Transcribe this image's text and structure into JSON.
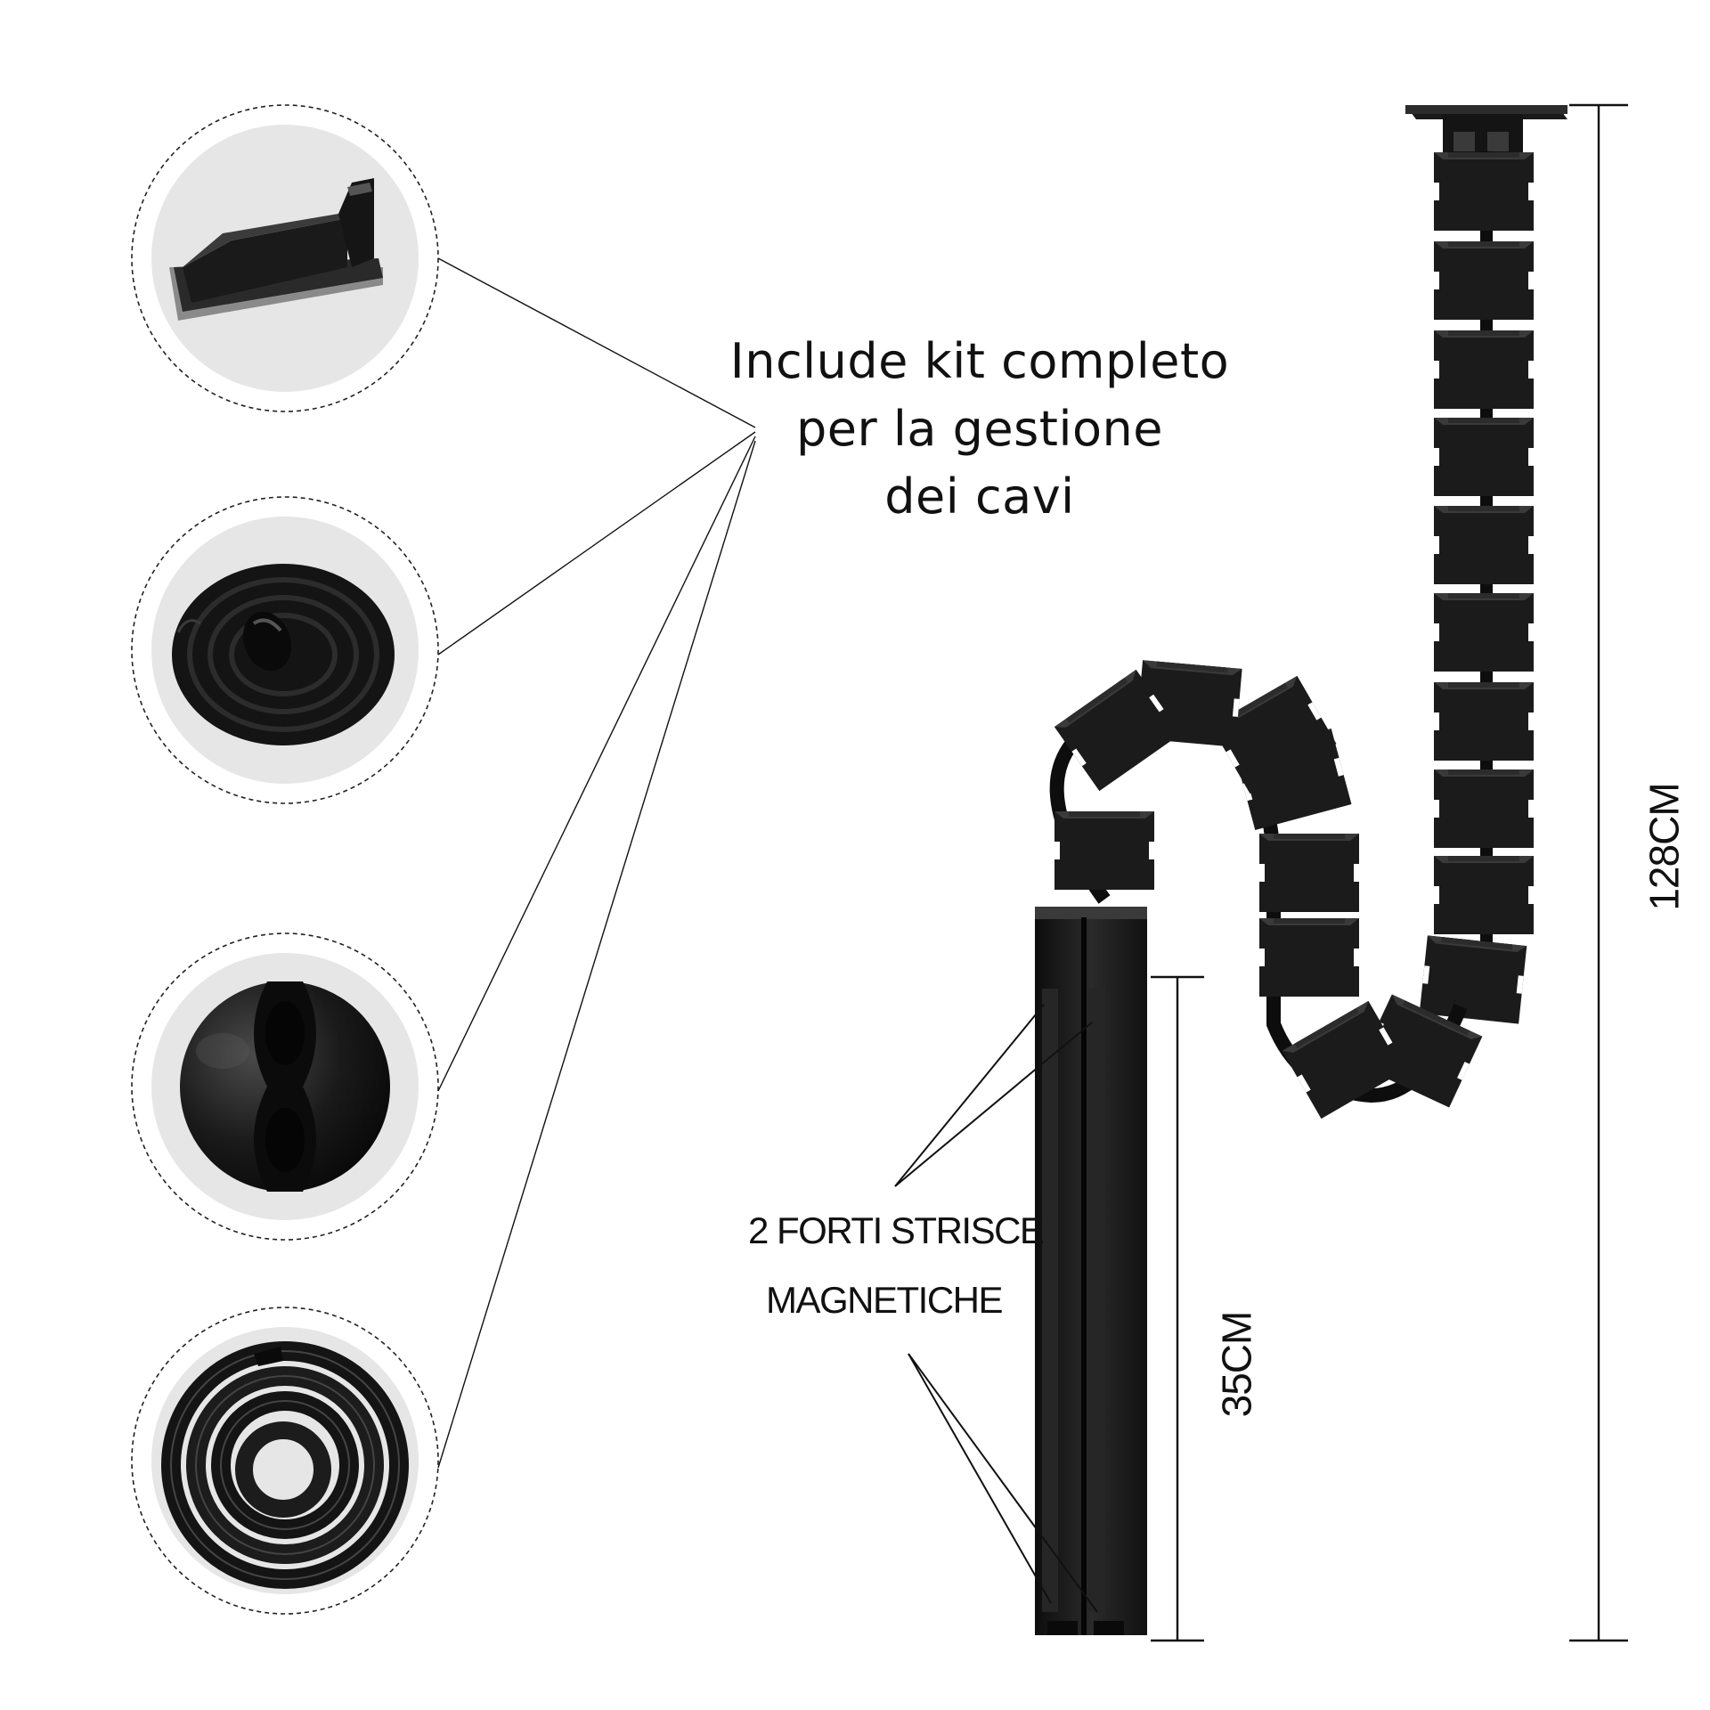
{
  "headline": {
    "line1": "Include kit completo",
    "line2": "per la gestione",
    "line3": "dei cavi"
  },
  "callout_magnetic": {
    "line1": "2 FORTI STRISCE",
    "line2": "MAGNETICHE"
  },
  "dimensions": {
    "total_length": "128CM",
    "sleeve_length": "35CM"
  },
  "accessories": [
    {
      "name": "adhesive-cable-clip"
    },
    {
      "name": "hook-and-loop-strap-roll"
    },
    {
      "name": "round-cable-clip"
    },
    {
      "name": "cable-sleeve-roll"
    }
  ],
  "colors": {
    "background": "#ffffff",
    "product": "#1a1a1a",
    "circle_fill": "#e6e6e6",
    "text": "#111111"
  }
}
